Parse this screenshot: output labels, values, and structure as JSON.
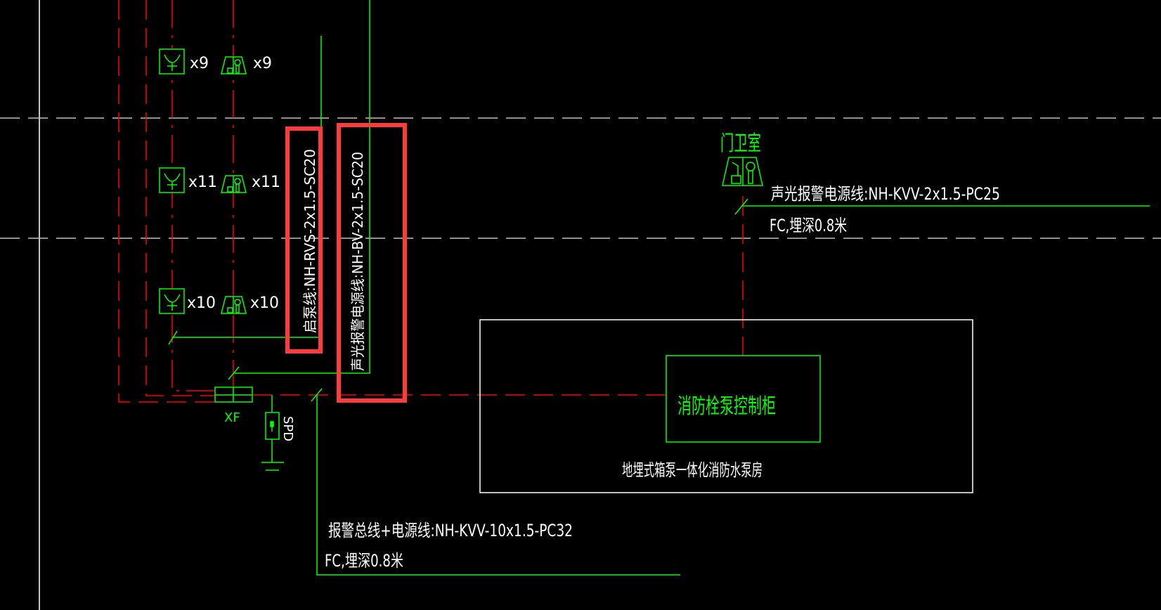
{
  "colors": {
    "background": "#000000",
    "wire_green": "#00ff00",
    "wire_red": "#ff0000",
    "highlight": "#ff3b3b",
    "axis_gray": "#c0c0c0",
    "text_white": "#ffffff"
  },
  "devices": [
    {
      "row": "top",
      "button_count": "x9",
      "alarm_count": "x9"
    },
    {
      "row": "middle",
      "button_count": "x11",
      "alarm_count": "x11"
    },
    {
      "row": "bottom",
      "button_count": "x10",
      "alarm_count": "x10"
    }
  ],
  "cables": {
    "start_pump_line": "启泵线:NH-RVS-2x1.5-SC20",
    "alarm_power_line": "声光报警电源线:NH-BV-2x1.5-SC20",
    "guard_alarm_line": "声光报警电源线:NH-KVV-2x1.5-PC25",
    "guard_laying": "FC,埋深0.8米",
    "bus_line": "报警总线+电源线:NH-KVV-10x1.5-PC32",
    "bus_laying": "FC,埋深0.8米"
  },
  "labels": {
    "xf": "XF",
    "spd": "SPD",
    "guard_room": "门卫室",
    "control_cabinet": "消防栓泵控制柜",
    "pump_room": "地埋式箱泵一体化消防水泵房"
  }
}
